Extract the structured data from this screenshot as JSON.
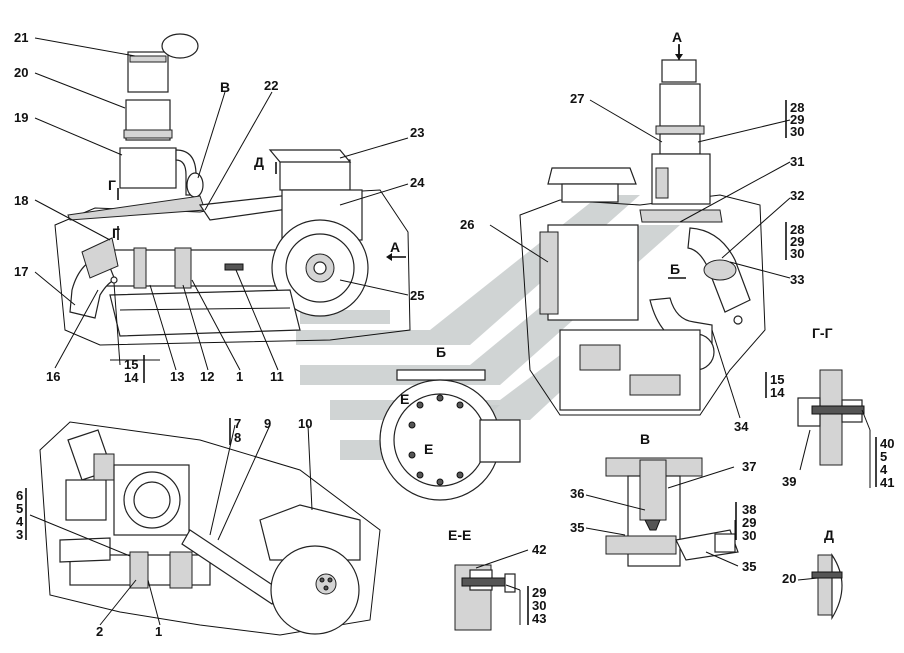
{
  "callouts": [
    "21",
    "20",
    "19",
    "18",
    "17",
    "16",
    "15",
    "14",
    "13",
    "12",
    "1",
    "11",
    "B",
    "22",
    "23",
    "Д",
    "24",
    "A",
    "25",
    "А",
    "27",
    "28",
    "29",
    "30",
    "31",
    "32",
    "26",
    "Б",
    "33",
    "28",
    "29",
    "30",
    "15",
    "14",
    "34",
    "Г-Г",
    "40",
    "5",
    "4",
    "41",
    "39",
    "7",
    "8",
    "9",
    "10",
    "6",
    "5",
    "4",
    "3",
    "2",
    "1",
    "Б",
    "E",
    "E",
    "В",
    "37",
    "36",
    "35",
    "35",
    "38",
    "29",
    "30",
    "E-E",
    "42",
    "29",
    "30",
    "43",
    "Д",
    "20"
  ],
  "sections": {
    "top_left_arrow_v": "B",
    "arrow_d_top": "Д",
    "arrow_a_side": "A",
    "arrow_a_top": "А",
    "arrow_b_right": "Б",
    "arrow_g": "Г",
    "section_b": "Б",
    "section_v": "В",
    "section_gg": "Г-Г",
    "section_ee": "E-E",
    "section_d": "Д"
  },
  "colors": {
    "ink": "#111111",
    "watermark": "#c8cccc"
  }
}
